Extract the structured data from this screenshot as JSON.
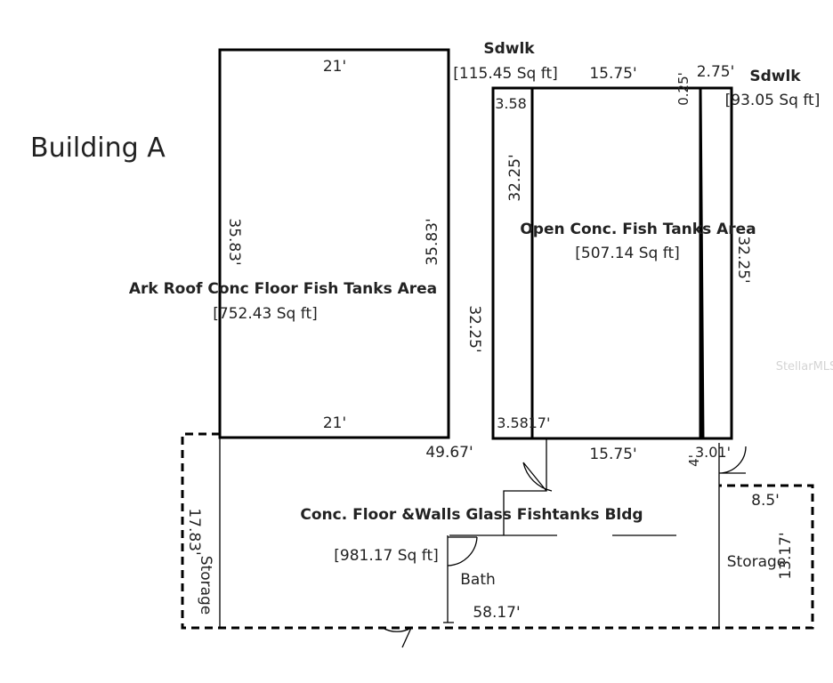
{
  "title": "Building A",
  "watermark": "StellarMLS",
  "areas": {
    "ark": {
      "name": "Ark Roof Conc Floor Fish Tanks Area",
      "area": "[752.43 Sq ft]"
    },
    "open": {
      "name": "Open Conc. Fish Tanks Area",
      "area": "[507.14 Sq ft]"
    },
    "glass": {
      "name": "Conc. Floor &Walls Glass Fishtanks Bldg",
      "area": "[981.17 Sq ft]"
    },
    "sdwlk_left": {
      "name": "Sdwlk",
      "area": "[115.45 Sq ft]"
    },
    "sdwlk_right": {
      "name": "Sdwlk",
      "area": "[93.05 Sq ft]"
    }
  },
  "rooms": {
    "storage_left": "Storage",
    "storage_right": "Storage",
    "bath": "Bath"
  },
  "dims": {
    "ark_top": "21'",
    "ark_bottom": "21'",
    "ark_left": "35.83'",
    "ark_right": "35.83'",
    "sdwlk_left_height": "32.25'",
    "sdwlk_left_top": "3.58",
    "sdwlk_left_bottom": "3.58",
    "sdwlk_left_bottom_b": "17'",
    "inner_left": "32.25'",
    "open_top": "15.75'",
    "open_bottom": "15.75'",
    "small_025": "0.25'",
    "small_275": "2.75'",
    "open_right": "32.25'",
    "glass_top": "49.67'",
    "glass_left": "17.83'",
    "glass_bottom": "58.17'",
    "d_301": "3.01'",
    "d_4": "4'",
    "store_top": "8.5'",
    "store_right": "13.17'"
  }
}
